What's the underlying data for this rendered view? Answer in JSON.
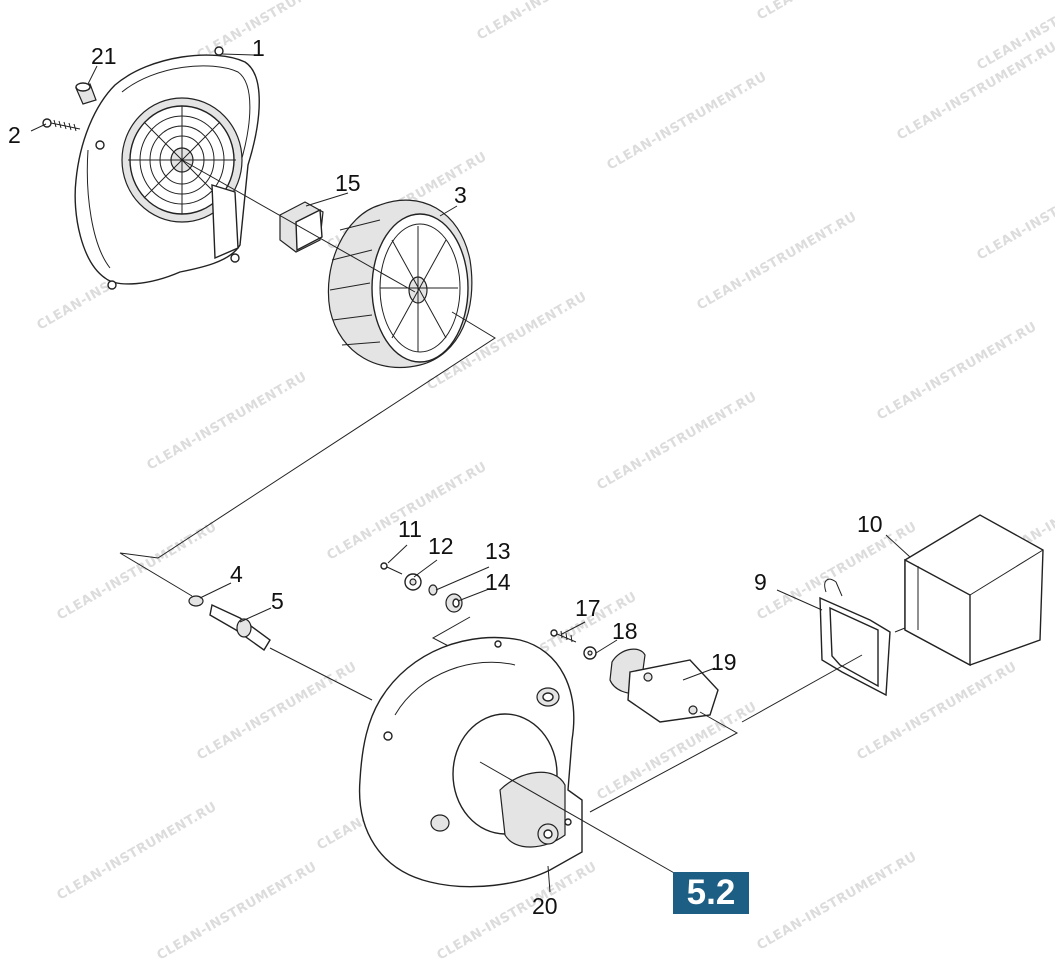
{
  "watermark_text": "CLEAN-INSTRUMENT.RU",
  "section_badge": {
    "label": "5.2",
    "color": "#1d5e85"
  },
  "callouts": {
    "c1": "1",
    "c2": "2",
    "c3": "3",
    "c4": "4",
    "c5": "5",
    "c9": "9",
    "c10": "10",
    "c11": "11",
    "c12": "12",
    "c13": "13",
    "c14": "14",
    "c15": "15",
    "c17": "17",
    "c18": "18",
    "c19": "19",
    "c20": "20",
    "c21": "21"
  }
}
